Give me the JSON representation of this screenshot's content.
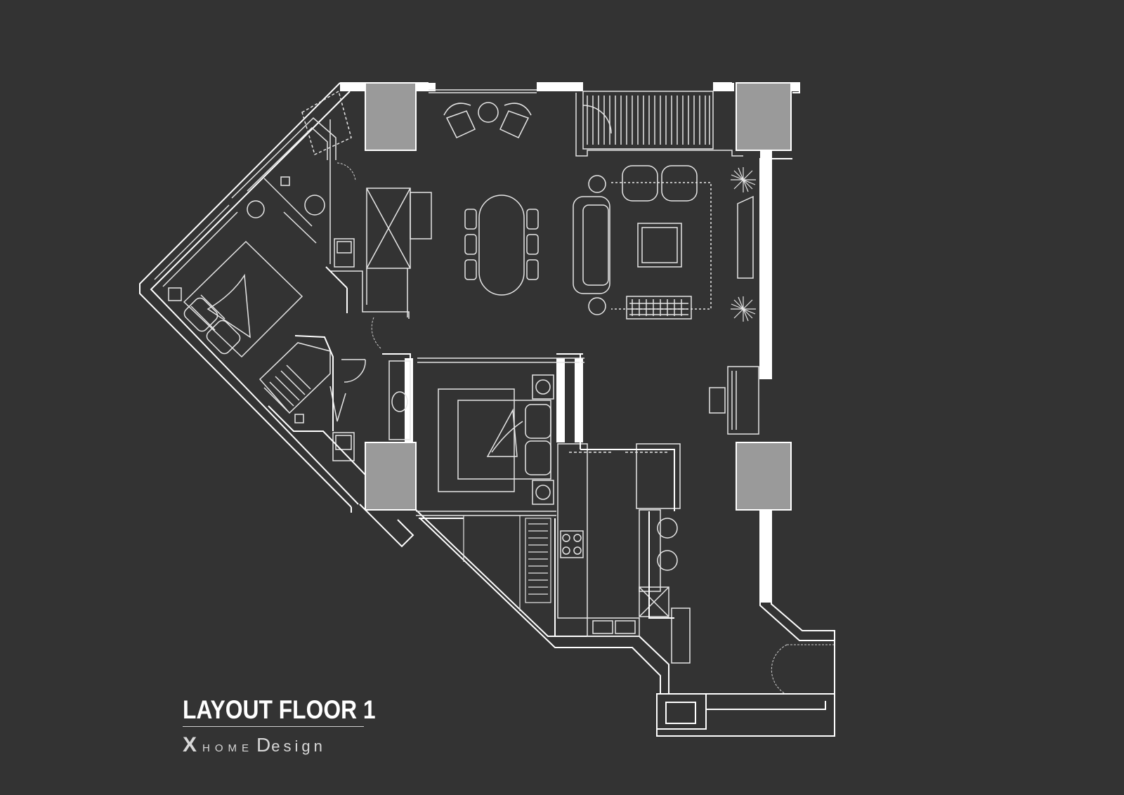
{
  "title": {
    "main": "LAYOUT FLOOR 1",
    "brand_x": "X",
    "brand_home": "HOME",
    "brand_d": "D",
    "brand_esign": "esign"
  },
  "colors": {
    "background": "#333333",
    "wall": "#ffffff",
    "line": "#e6e6e6",
    "column_fill": "#9a9a9a"
  },
  "plan_elements": [
    "exterior-walls",
    "structural-columns",
    "balcony-top",
    "dining-table",
    "sofa-set",
    "master-bed",
    "second-bed",
    "kitchen",
    "bathrooms",
    "staircase",
    "piano",
    "plants",
    "entry-door"
  ]
}
